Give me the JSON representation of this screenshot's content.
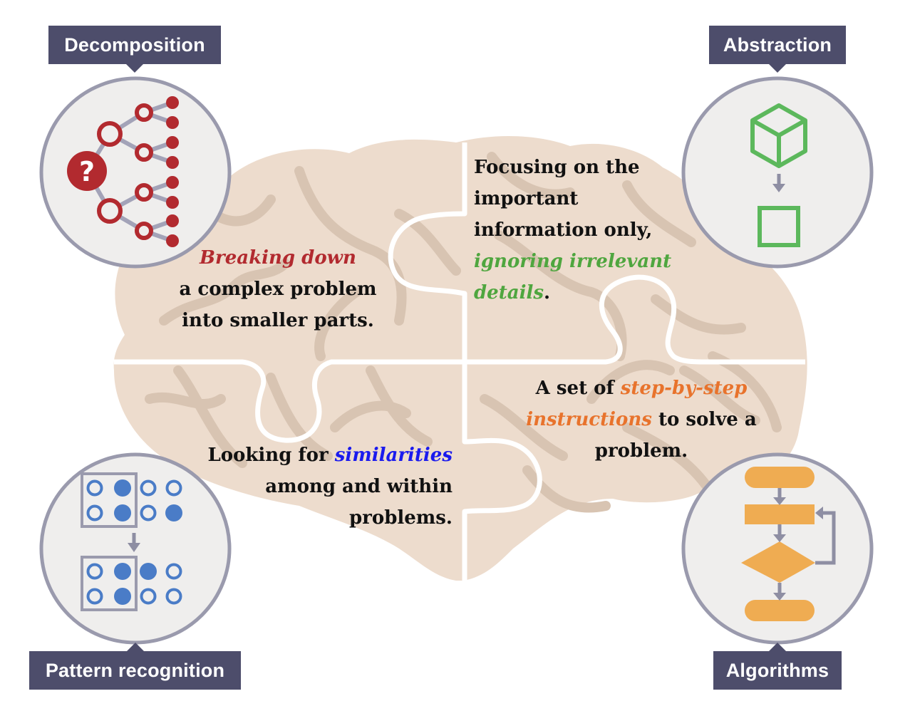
{
  "diagram": {
    "title_concepts": [
      "Decomposition",
      "Abstraction",
      "Pattern recognition",
      "Algorithms"
    ],
    "colors": {
      "label_bg": "#4d4d6b",
      "label_text": "#ffffff",
      "circle_border": "#9a9aad",
      "circle_fill": "#efeeed",
      "brain_fill": "#eddccd",
      "brain_vein": "#d8c4b2",
      "decomposition_accent": "#b22a2f",
      "abstraction_accent": "#5cb85c",
      "pattern_accent": "#4a7cc7",
      "algorithm_accent": "#efac52",
      "arrow_gray": "#8e8ea3"
    },
    "decomposition": {
      "label": "Decomposition",
      "icon": "tree-decomposition-icon",
      "root_glyph": "?",
      "text": {
        "highlight": "Breaking down",
        "line2": "a complex problem",
        "line3": "into smaller parts.",
        "highlight_color": "#b22a2f"
      }
    },
    "abstraction": {
      "label": "Abstraction",
      "icon": "cube-to-square-icon",
      "text": {
        "line1": "Focusing on the",
        "line2": "important",
        "line3": "information only,",
        "highlight1": "ignoring irrelevant",
        "highlight2": "details",
        "tail": ".",
        "highlight_color": "#4fa63f"
      }
    },
    "pattern_recognition": {
      "label": "Pattern recognition",
      "icon": "dot-pattern-icon",
      "grid_top": [
        [
          0,
          1,
          0,
          0
        ],
        [
          0,
          1,
          0,
          1
        ]
      ],
      "grid_bottom": [
        [
          0,
          1,
          1,
          0
        ],
        [
          0,
          1,
          0,
          0
        ]
      ],
      "text": {
        "lead": "Looking for ",
        "highlight": "similarities",
        "line2": "among and within",
        "line3": "problems.",
        "highlight_color": "#1a1aee"
      }
    },
    "algorithms": {
      "label": "Algorithms",
      "icon": "flowchart-icon",
      "text": {
        "lead": "A set of ",
        "highlight1": "step-by-step",
        "highlight2": "instructions",
        "line2_tail": " to solve a",
        "line3": "problem.",
        "highlight_color": "#e8732c"
      }
    }
  }
}
